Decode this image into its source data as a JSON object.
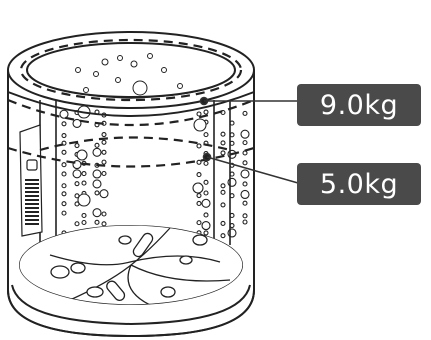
{
  "diagram": {
    "labels": [
      {
        "id": "capacity-9",
        "text": "9.0kg"
      },
      {
        "id": "capacity-5",
        "text": "5.0kg"
      }
    ]
  }
}
